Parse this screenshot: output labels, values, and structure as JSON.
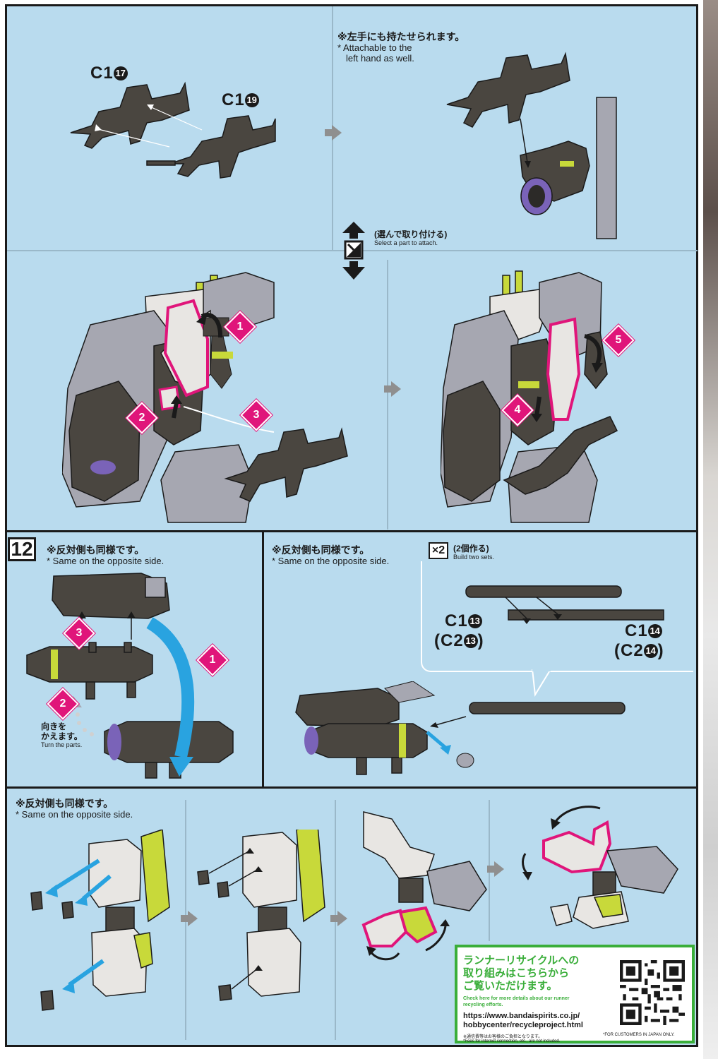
{
  "colors": {
    "background": "#b9dbee",
    "frame": "#1a1a1a",
    "step_tag": "#e0157a",
    "blue_arrow": "#29a3e0",
    "part_dark": "#4a4640",
    "part_gray": "#a6a7b1",
    "part_light": "#e8e6e3",
    "accent_yellow": "#c8d93a",
    "accent_purple": "#7a63b8",
    "recycle_green": "#3aae3a"
  },
  "top_left": {
    "label_a": "C1",
    "label_a_num": "17",
    "label_b": "C1",
    "label_b_num": "19"
  },
  "top_right": {
    "note_jp": "※左手にも持たせられます。",
    "note_en_1": "* Attachable to the",
    "note_en_2": "left hand as well."
  },
  "select_part": {
    "jp": "(選んで取り付ける)",
    "en": "Select a part to attach."
  },
  "middle": {
    "tags_left": [
      "1",
      "2",
      "3"
    ],
    "tags_right": [
      "4",
      "5"
    ]
  },
  "step12": {
    "number": "12",
    "left_note_jp": "※反対側も同様です。",
    "left_note_en": "* Same on the opposite side.",
    "tags": [
      "1",
      "2",
      "3"
    ],
    "turn_jp_1": "向きを",
    "turn_jp_2": "かえます。",
    "turn_en": "Turn the parts.",
    "right_note_jp": "※反対側も同様です。",
    "right_note_en": "* Same on the opposite side.",
    "x2_label": "×2",
    "x2_jp": "(2個作る)",
    "x2_en": "Build two sets.",
    "label_c1_13": "C1",
    "label_c1_13_num": "13",
    "label_c2_13": "(C2",
    "label_c2_13_num": "13",
    "label_c2_13_close": ")",
    "label_c1_14": "C1",
    "label_c1_14_num": "14",
    "label_c2_14": "(C2",
    "label_c2_14_num": "14",
    "label_c2_14_close": ")"
  },
  "bottom": {
    "note_jp": "※反対側も同様です。",
    "note_en": "* Same on the opposite side."
  },
  "recycle": {
    "jp_1": "ランナーリサイクルへの",
    "jp_2": "取り組みはこちらから",
    "jp_3": "ご覧いただけます。",
    "en_1": "Check here for more details about our runner",
    "en_2": "recycling efforts.",
    "url_1": "https://www.bandaispirits.co.jp/",
    "url_2": "hobbycenter/recycleproject.html",
    "fine_jp": "※通信費等はお客様のご負担となります。",
    "fine_en": "*Fees for internet connection, etc., are not included.",
    "qr_caption": "*FOR CUSTOMERS IN JAPAN ONLY."
  },
  "icons": [
    "select-part-icon",
    "double-arrow-icon",
    "flow-arrow-icon",
    "qr-code-icon"
  ]
}
